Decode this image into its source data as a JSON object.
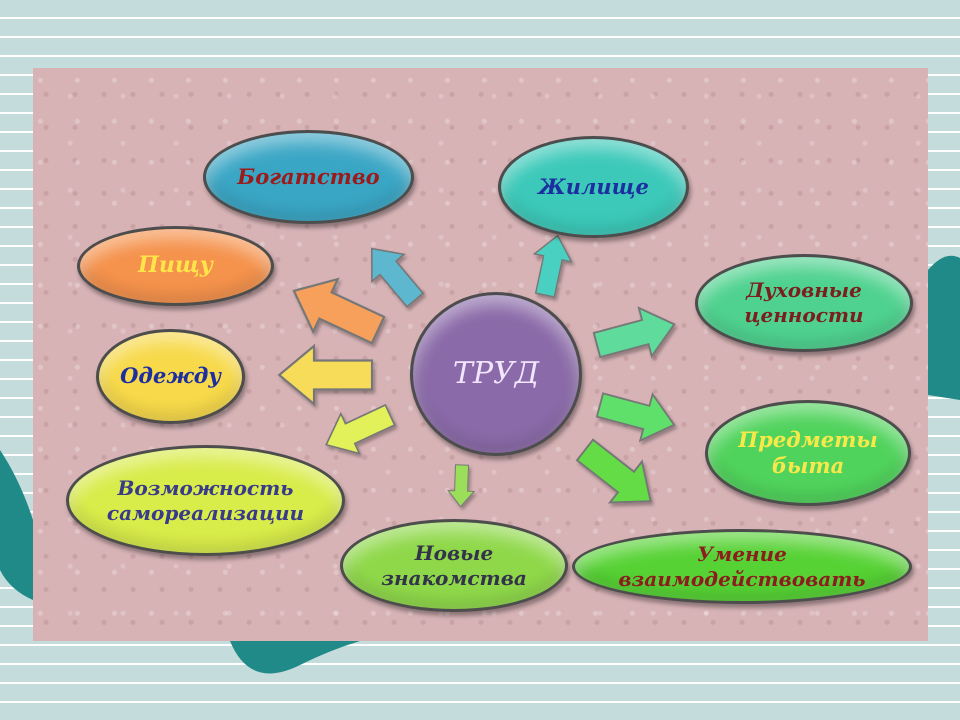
{
  "diagram": {
    "center": {
      "label": "ТРУД",
      "color": "#8a6aa8",
      "text_color": "#f2e6ff"
    },
    "nodes": [
      {
        "id": "bogatstvo",
        "label": "Богатство",
        "color": "#3aa6c5",
        "text_color": "#9b1b1b"
      },
      {
        "id": "zhilishche",
        "label": "Жилище",
        "color": "#3cc9b9",
        "text_color": "#1d2fa0"
      },
      {
        "id": "pishchu",
        "label": "Пищу",
        "color": "#f5924c",
        "text_color": "#ffe44a"
      },
      {
        "id": "odezhdu",
        "label": "Одежду",
        "color": "#f7d94a",
        "text_color": "#1d2fa0"
      },
      {
        "id": "dukhovnye",
        "label": "Духовные\nценности",
        "color": "#4fd28f",
        "text_color": "#7a1e1e"
      },
      {
        "id": "predmety",
        "label": "Предметы\nбыта",
        "color": "#50d35c",
        "text_color": "#f7e94a"
      },
      {
        "id": "vozmozhnost",
        "label": "Возможность\nсамореализации",
        "color": "#d8ec4a",
        "text_color": "#3a3a8a"
      },
      {
        "id": "novye",
        "label": "Новые\nзнакомства",
        "color": "#8fd84a",
        "text_color": "#33334a"
      },
      {
        "id": "umenie",
        "label": "Умение\nвзаимодействовать",
        "color": "#56d234",
        "text_color": "#8a1e1e"
      }
    ]
  }
}
